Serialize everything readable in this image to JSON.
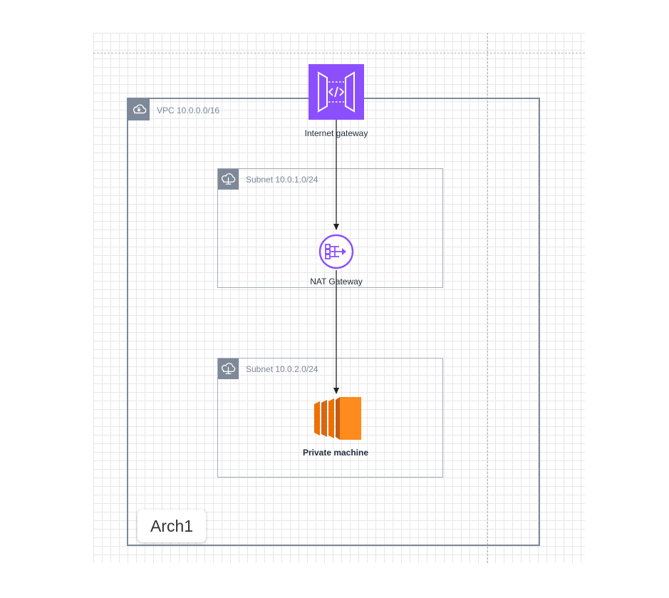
{
  "diagram": {
    "vpc": {
      "label": "VPC  10.0.0.0/16",
      "icon": "cloud-lock-icon"
    },
    "subnets": [
      {
        "label": "Subnet 10.0.1.0/24",
        "icon": "cloud-lock-icon"
      },
      {
        "label": "Subnet 10.0.2.0/24",
        "icon": "cloud-lock-icon"
      }
    ],
    "nodes": {
      "internet_gateway": {
        "label": "Internet gateway",
        "icon": "api-gateway-icon",
        "color": "#8c4fff"
      },
      "nat_gateway": {
        "label": "NAT Gateway",
        "icon": "nat-gateway-icon",
        "color": "#8c4fff"
      },
      "private_machine": {
        "label": "Private machine",
        "icon": "ec2-instance-icon",
        "color": "#ed7100"
      }
    },
    "connections": [
      {
        "from": "Internet gateway",
        "to": "NAT Gateway"
      },
      {
        "from": "NAT Gateway",
        "to": "Private machine"
      }
    ],
    "tag": "Arch1"
  },
  "colors": {
    "group_border": "#7d8998",
    "subnet_border": "#a6adb6",
    "arrow": "#222222",
    "grid": "#e7e7e7"
  }
}
